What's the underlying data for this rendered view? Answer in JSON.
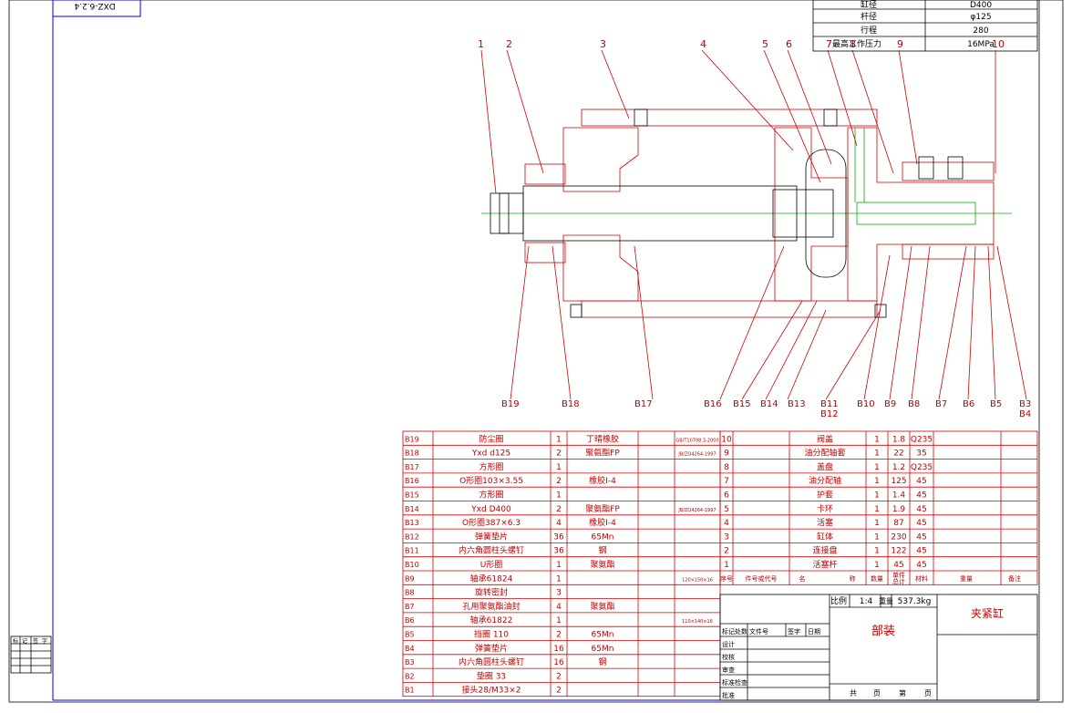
{
  "drawing": {
    "title_top_left": "DXZ-6.2.4",
    "spec_table": {
      "rows": [
        {
          "label": "缸径",
          "value": "D400"
        },
        {
          "label": "杆径",
          "value": "φ125"
        },
        {
          "label": "行程",
          "value": "280"
        },
        {
          "label": "最高工作压力",
          "value": "16MPa"
        }
      ]
    },
    "callouts_top": [
      "1",
      "2",
      "3",
      "4",
      "5",
      "6",
      "7",
      "8",
      "9",
      "10"
    ],
    "callouts_bottom": [
      "B19",
      "B18",
      "B17",
      "B16",
      "B15",
      "B14",
      "B13",
      "B11",
      "B12",
      "B10",
      "B9",
      "B8",
      "B7",
      "B6",
      "B5",
      "B3",
      "B4"
    ],
    "bom_left": [
      {
        "no": "B19",
        "name": "防尘圈",
        "qty": "1",
        "mat": "丁晴橡胶",
        "std": "GB/T10708.3-2000"
      },
      {
        "no": "B18",
        "name": "Yxd d125",
        "qty": "2",
        "mat": "聚氨酯FP",
        "std": "JB/ZQ4264-1997"
      },
      {
        "no": "B17",
        "name": "方形圈",
        "qty": "1",
        "mat": "",
        "std": ""
      },
      {
        "no": "B16",
        "name": "O形圈103×3.55",
        "qty": "2",
        "mat": "橡胶Ⅰ-4",
        "std": ""
      },
      {
        "no": "B15",
        "name": "方形圈",
        "qty": "1",
        "mat": "",
        "std": ""
      },
      {
        "no": "B14",
        "name": "Yxd D400",
        "qty": "2",
        "mat": "聚氨酯FP",
        "std": "JB/ZQ4264-1997"
      },
      {
        "no": "B13",
        "name": "O形圈387×6.3",
        "qty": "4",
        "mat": "橡胶Ⅰ-4",
        "std": ""
      },
      {
        "no": "B12",
        "name": "弹簧垫片",
        "qty": "36",
        "mat": "65Mn",
        "std": ""
      },
      {
        "no": "B11",
        "name": "内六角圆柱头螺钉",
        "qty": "36",
        "mat": "钢",
        "std": ""
      },
      {
        "no": "B10",
        "name": "U形圈",
        "qty": "1",
        "mat": "聚氨酯",
        "std": ""
      },
      {
        "no": "B9",
        "name": "轴承61824",
        "qty": "1",
        "mat": "",
        "std": "120×150×16"
      },
      {
        "no": "B8",
        "name": "旋转密封",
        "qty": "3",
        "mat": "",
        "std": ""
      },
      {
        "no": "B7",
        "name": "孔用聚氨酯油封",
        "qty": "4",
        "mat": "聚氨酯",
        "std": ""
      },
      {
        "no": "B6",
        "name": "轴承61822",
        "qty": "1",
        "mat": "",
        "std": "110×140×16"
      },
      {
        "no": "B5",
        "name": "挡圈 110",
        "qty": "2",
        "mat": "65Mn",
        "std": ""
      },
      {
        "no": "B4",
        "name": "弹簧垫片",
        "qty": "16",
        "mat": "65Mn",
        "std": ""
      },
      {
        "no": "B3",
        "name": "内六角圆柱头螺钉",
        "qty": "16",
        "mat": "钢",
        "std": ""
      },
      {
        "no": "B2",
        "name": "垫圈 33",
        "qty": "2",
        "mat": "",
        "std": ""
      },
      {
        "no": "B1",
        "name": "接头28/M33×2",
        "qty": "2",
        "mat": "",
        "std": ""
      }
    ],
    "bom_right": [
      {
        "no": "10",
        "name": "阀盖",
        "qty": "1",
        "wt": "1.8",
        "mat": "Q235"
      },
      {
        "no": "9",
        "name": "油分配轴套",
        "qty": "1",
        "wt": "22",
        "mat": "35"
      },
      {
        "no": "8",
        "name": "盖盘",
        "qty": "1",
        "wt": "1.2",
        "mat": "Q235"
      },
      {
        "no": "7",
        "name": "油分配轴",
        "qty": "1",
        "wt": "125",
        "mat": "45"
      },
      {
        "no": "6",
        "name": "护套",
        "qty": "1",
        "wt": "1.4",
        "mat": "45"
      },
      {
        "no": "5",
        "name": "卡环",
        "qty": "1",
        "wt": "1.9",
        "mat": "45"
      },
      {
        "no": "4",
        "name": "活塞",
        "qty": "1",
        "wt": "87",
        "mat": "45"
      },
      {
        "no": "3",
        "name": "缸体",
        "qty": "1",
        "wt": "230",
        "mat": "45"
      },
      {
        "no": "2",
        "name": "连接盘",
        "qty": "1",
        "wt": "122",
        "mat": "45"
      },
      {
        "no": "1",
        "name": "活塞杆",
        "qty": "1",
        "wt": "45",
        "mat": "45"
      }
    ],
    "bom_right_header": [
      "序号",
      "件号或代号",
      "名",
      "称",
      "数量",
      "单件",
      "总计",
      "材料",
      "重量",
      "备注"
    ],
    "title_block": {
      "scale_label": "比例",
      "scale": "1:4",
      "weight_label": "重量",
      "weight": "537.3kg",
      "product": "夹紧缸",
      "assembly": "部装",
      "sheet_total_label": "共",
      "sheet_unit": "页",
      "sheet_no_label": "第",
      "rows": [
        "标记处数",
        "设计",
        "校核",
        "审查",
        "标准检查",
        "批准"
      ],
      "cols": [
        "文件号",
        "签字",
        "日期"
      ]
    },
    "left_margin_box": [
      "标",
      "记",
      "签",
      "字"
    ],
    "colors": {
      "red": "#c00000",
      "blue": "#0000d0",
      "green": "#00b000"
    }
  }
}
